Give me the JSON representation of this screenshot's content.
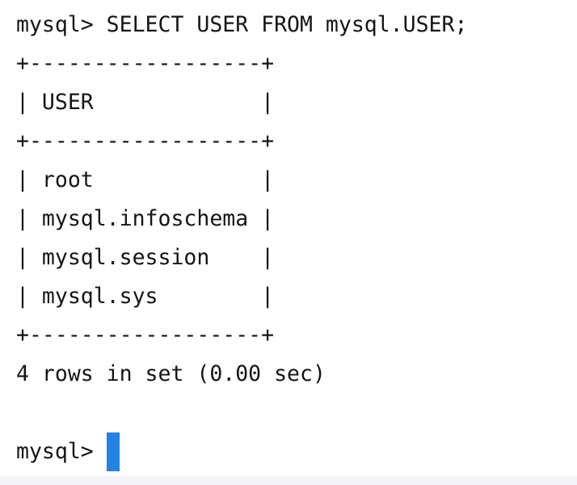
{
  "terminal": {
    "prompt": "mysql> ",
    "command": "SELECT USER FROM mysql.USER;",
    "output_lines": [
      "mysql> SELECT USER FROM mysql.USER;",
      "+------------------+",
      "| USER             |",
      "+------------------+",
      "| root             |",
      "| mysql.infoschema |",
      "| mysql.session    |",
      "| mysql.sys        |",
      "+------------------+",
      "4 rows in set (0.00 sec)"
    ],
    "result_table": {
      "columns": [
        "USER"
      ],
      "rows": [
        "root",
        "mysql.infoschema",
        "mysql.session",
        "mysql.sys"
      ]
    },
    "status": "4 rows in set (0.00 sec)",
    "row_count": 4,
    "elapsed_sec": "0.00"
  },
  "colors": {
    "cursor": "#2383e2",
    "text": "#151515",
    "background": "#ffffff",
    "bottom_bar": "#f5f5f9"
  }
}
